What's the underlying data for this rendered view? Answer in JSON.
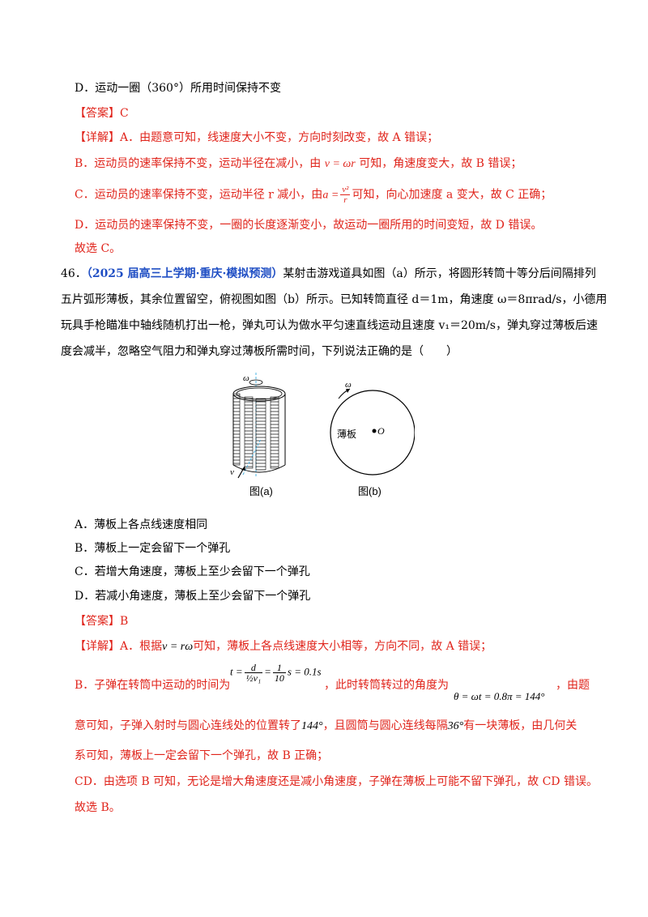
{
  "prev": {
    "option_d": "D．运动一圈（360°）所用时间保持不变",
    "answer_label": "【答案】",
    "answer": "C",
    "detail_label": "【详解】",
    "detail_a": "A．由题意可知，线速度大小不变，方向时刻改变，故 A 错误；",
    "detail_b_pre": "B．运动员的速率保持不变，运动半径在减小，由",
    "detail_b_formula": "v = ωr",
    "detail_b_post": "可知，角速度变大，故 B 错误；",
    "detail_c_pre": "C．运动员的速率保持不变，运动半径 r 减小，由",
    "detail_c_formula_lhs": "a =",
    "detail_c_formula_num": "v²",
    "detail_c_formula_den": "r",
    "detail_c_post": "可知，向心加速度 a 变大，故 C 正确；",
    "detail_d": "D．运动员的速率保持不变，一圈的长度逐渐变小，故运动一圈所用的时间变短，故 D 错误。",
    "conclusion": "故选 C。"
  },
  "q46": {
    "number": "46．",
    "source": "（2025 届高三上学期·重庆·模拟预测）",
    "stem_1": "某射击游戏道具如图（a）所示，将圆形转筒十等分后间隔排列",
    "stem_2": "五片弧形薄板，其余位置留空，俯视图如图（b）所示。已知转筒直径 d＝1m，角速度 ω＝8πrad/s，小德用",
    "stem_3": "玩具手枪瞄准中轴线随机打出一枪，弹丸可认为做水平匀速直线运动且速度 v₁＝20m/s，弹丸穿过薄板后速",
    "stem_4": "度会减半，忽略空气阻力和弹丸穿过薄板所需时间，下列说法正确的是（　　）",
    "fig_a": {
      "caption": "图(a)",
      "omega": "ω",
      "v": "v"
    },
    "fig_b": {
      "caption": "图(b)",
      "omega": "ω",
      "label_plate": "薄板",
      "label_center": "O"
    },
    "options": [
      "A．薄板上各点线速度相同",
      "B．薄板上一定会留下一个弹孔",
      "C．若增大角速度，薄板上至少会留下一个弹孔",
      "D．若减小角速度，薄板上至少会留下一个弹孔"
    ],
    "answer_label": "【答案】",
    "answer": "B",
    "detail_label": "【详解】",
    "detail_a_pre": "A．根据",
    "detail_a_formula": "v = rω",
    "detail_a_post": "可知，薄板上各点线速度大小相等，方向不同，故 A 错误；",
    "detail_b_pre": "B．子弹在转筒中运动的时间为",
    "detail_b_t": "t =",
    "detail_b_f1_num": "d",
    "detail_b_f1_den": "½v₁",
    "detail_b_f2_num": "1",
    "detail_b_f2_den": "10",
    "detail_b_t_result": "s = 0.1s",
    "detail_b_mid": "，此时转筒转过的角度为",
    "detail_b_theta": "θ = ωt = 0.8π = 144°",
    "detail_b_post": "，由题",
    "detail_b2_pre": "意可知，子弹入射时与圆心连线处的位置转了",
    "detail_b2_angle": "144°",
    "detail_b2_mid": "，且圆筒与圆心连线每隔",
    "detail_b2_angle2": "36°",
    "detail_b2_post": "有一块薄板，由几何关",
    "detail_b3": "系可知，薄板上一定会留下一个弹孔，故 B 正确；",
    "detail_cd": "CD．由选项 B 可知，无论是增大角速度还是减小角速度，子弹在薄板上可能不留下弹孔，故 CD 错误。",
    "conclusion": "故选 B。"
  }
}
